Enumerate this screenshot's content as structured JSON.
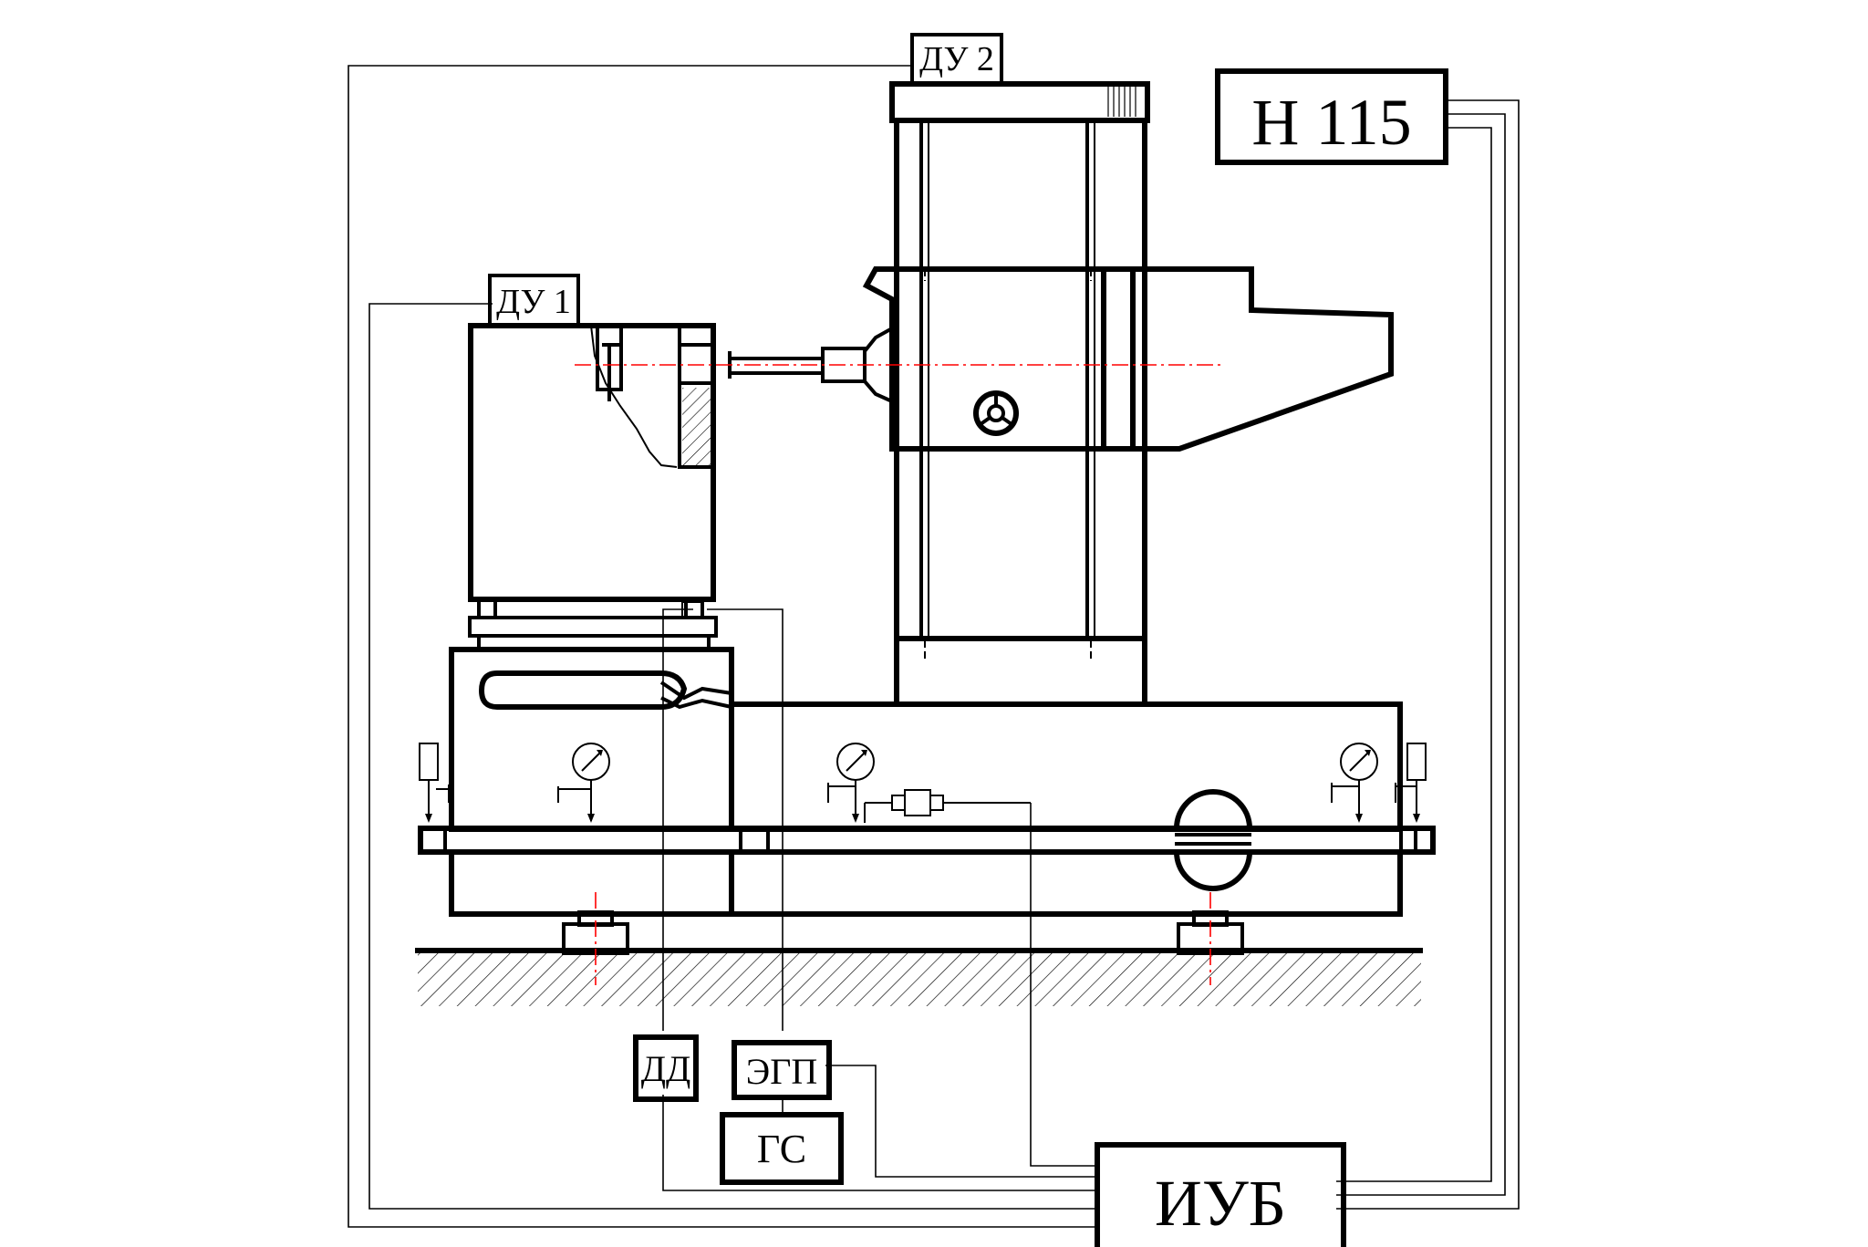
{
  "labels": {
    "du1": "ДУ 1",
    "du2": "ДУ 2",
    "h115": "Н 115",
    "dd": "ДД",
    "egp": "ЭГП",
    "gs": "ГС",
    "iub": "ИУБ"
  },
  "colors": {
    "line": "#000000",
    "axis": "#ff0000",
    "background": "#ffffff"
  },
  "icons": [
    "pressure-gauge-icon",
    "sensor-icon",
    "handwheel-icon",
    "ground-hatch-icon"
  ]
}
